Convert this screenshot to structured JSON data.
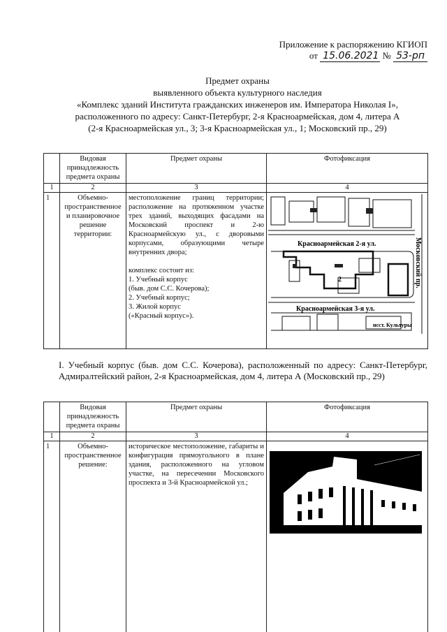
{
  "appendix": {
    "line1": "Приложение к распоряжению КГИОП",
    "from": "от",
    "date": "15.06.2021",
    "num_sign": "№",
    "number": "53-рп"
  },
  "title": [
    "Предмет охраны",
    "выявленного объекта культурного наследия",
    "«Комплекс зданий Института гражданских инженеров им. Императора Николая I»,",
    "расположенного по адресу: Санкт-Петербург, 2-я Красноармейская, дом 4, литера А",
    "(2-я Красноармейская ул., 3; 3-я Красноармейская ул., 1; Московский пр., 29)"
  ],
  "table_headers": {
    "col2": "Видовая принадлежность предмета охраны",
    "col3": "Предмет охраны",
    "col4": "Фотофиксация",
    "nums": [
      "1",
      "2",
      "3",
      "4"
    ]
  },
  "table1": {
    "row_num": "1",
    "type": "Объемно-пространственное и планировочное решение территории:",
    "subject_p1": "местоположение границ территории; расположение на протяженном участке трех зданий, выходящих фасадами на Московский проспект и 2-ю Красноармейскую ул., с дворовыми корпусами, образующими четыре внутренних двора;",
    "subject_list": [
      "комплекс состоит из:",
      "1. Учебный корпус",
      "(быв. дом С.С. Кочерова);",
      "2. Учебный корпус;",
      "3. Жилой корпус",
      "(«Красный корпус»)."
    ],
    "map_labels": {
      "street1": "Красноармейская 2-я ул.",
      "street2": "Красноармейская 3-я ул.",
      "avenue": "Московский пр.",
      "lane": "исст. Культуры",
      "bldg": "2"
    }
  },
  "section_heading": "I. Учебный корпус (быв. дом С.С. Кочерова), расположенный по адресу: Санкт-Петербург, Адмиралтейский район, 2-я Красноармейская, дом 4, литера А (Московский пр., 29)",
  "table2": {
    "row_num": "1",
    "type": "Объемно-пространственное решение:",
    "subject": "историческое местоположение, габариты и конфигурация прямоугольного в плане здания, расположенного на угловом участке, на пересечении Московского проспекта и 3-й Красноармейской ул.;"
  }
}
